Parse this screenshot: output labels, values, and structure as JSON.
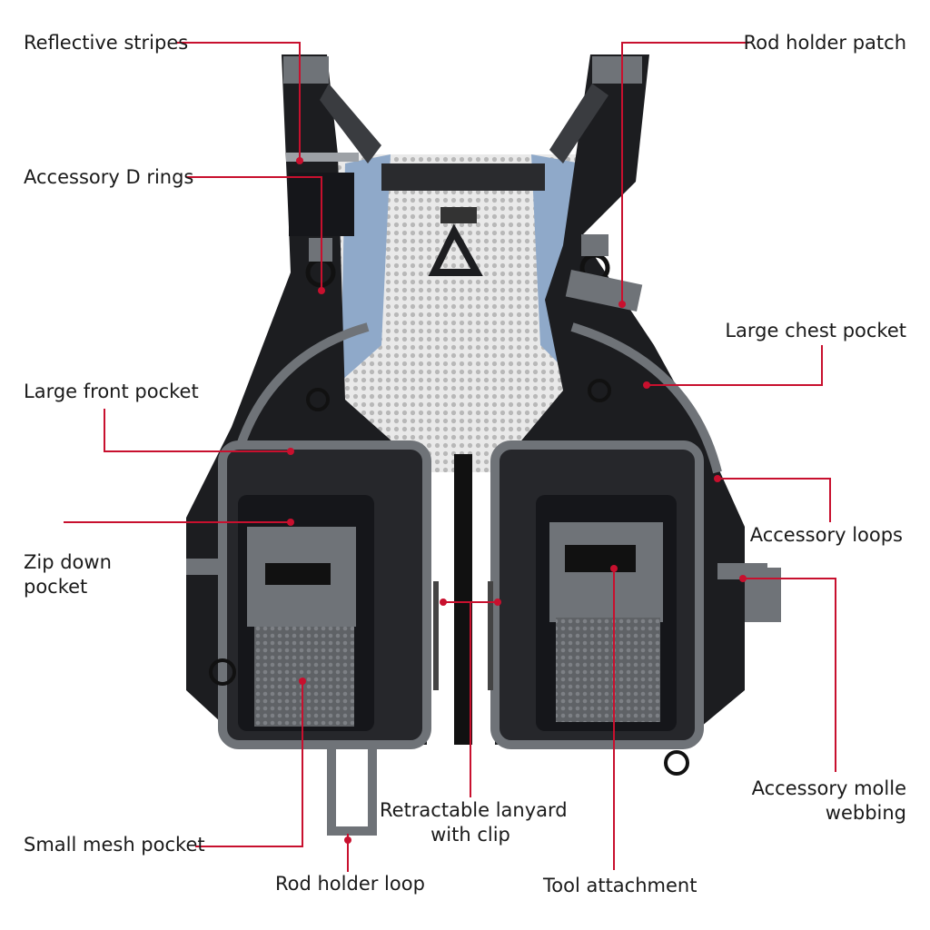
{
  "image": {
    "subject": "fishing-vest-product-diagram",
    "colors": {
      "leader_line": "#c8102e",
      "vest_black": "#1c1d20",
      "vest_grey": "#6f7378",
      "mesh_blue": "#8fa9c9",
      "background": "#ffffff"
    }
  },
  "labels": {
    "reflective_stripes": "Reflective stripes",
    "rod_holder_patch": "Rod holder patch",
    "accessory_d_rings": "Accessory D rings",
    "large_chest_pocket": "Large chest pocket",
    "large_front_pocket": "Large front pocket",
    "accessory_loops": "Accessory loops",
    "zip_down_pocket_1": "Zip down",
    "zip_down_pocket_2": "pocket",
    "accessory_molle_1": "Accessory molle",
    "accessory_molle_2": "webbing",
    "retractable_lanyard_1": "Retractable lanyard",
    "retractable_lanyard_2": "with clip",
    "small_mesh_pocket": "Small mesh pocket",
    "rod_holder_loop": "Rod holder loop",
    "tool_attachment": "Tool attachment"
  }
}
